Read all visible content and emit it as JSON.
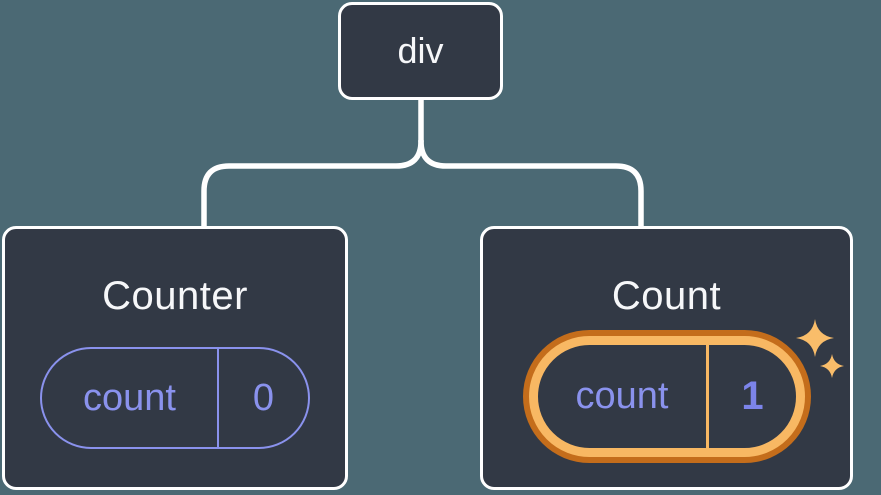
{
  "colors": {
    "canvas_bg": "#4b6974",
    "card_bg": "#323945",
    "card_border": "#ffffff",
    "connector": "#ffffff",
    "title_text": "#f6f7f9",
    "state_accent": "#8a92ed",
    "state_value_bold": "#7c84ea",
    "highlight_ring_outer": "#c46d1b",
    "highlight_ring_inner": "#f8b863",
    "sparkle": "#f9bd6a"
  },
  "root_node": {
    "label": "div"
  },
  "children": [
    {
      "title": "Counter",
      "state": {
        "name": "count",
        "value": "0"
      },
      "highlighted": false
    },
    {
      "title": "Count",
      "state": {
        "name": "count",
        "value": "1"
      },
      "highlighted": true
    }
  ]
}
